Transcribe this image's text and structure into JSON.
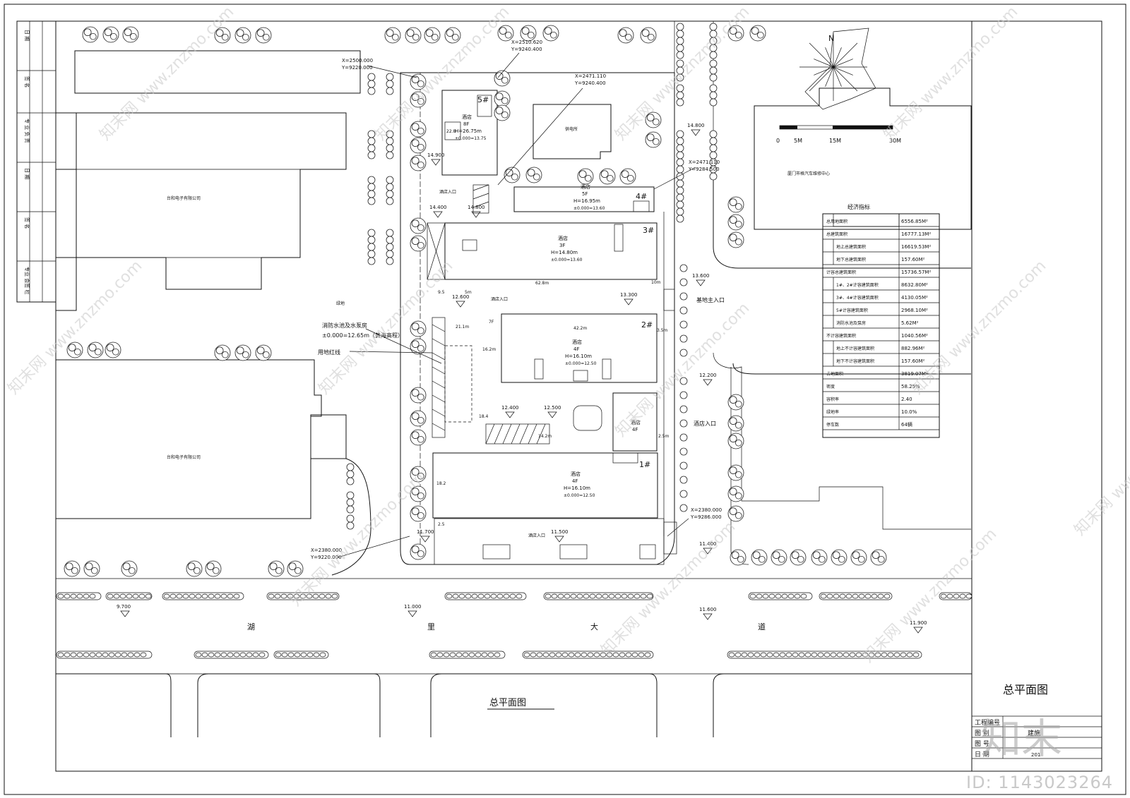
{
  "drawing": {
    "main_title": "总平面图",
    "plan_label": "总平面图",
    "road_chars": [
      "湖",
      "里",
      "大",
      "道"
    ]
  },
  "title_block": {
    "project_no_label": "工程编号",
    "category_label": "图 别",
    "category_value": "建施",
    "drawing_no_label": "图 号",
    "date_label": "日 期",
    "date_value": "201"
  },
  "north_arrow": {
    "label": "N"
  },
  "scale_bar": {
    "ticks": [
      "0",
      "5M",
      "15M",
      "30M"
    ]
  },
  "coordinates": [
    {
      "x": "X=2500.000",
      "y": "Y=9220.000"
    },
    {
      "x": "X=2510.620",
      "y": "Y=9240.400"
    },
    {
      "x": "X=2471.110",
      "y": "Y=9240.400"
    },
    {
      "x": "X=2471.110",
      "y": "Y=9284.500"
    },
    {
      "x": "X=2380.000",
      "y": "Y=9286.000"
    },
    {
      "x": "X=2380.000",
      "y": "Y=9220.000"
    }
  ],
  "elevations": [
    "14.900",
    "14.400",
    "14.800",
    "14.800",
    "13.600",
    "12.600",
    "13.300",
    "12.200",
    "12.400",
    "12.500",
    "11.700",
    "11.500",
    "11.400",
    "9.700",
    "11.000",
    "11.600",
    "11.900"
  ],
  "buildings": [
    {
      "tag": "5#",
      "use": "酒店",
      "floors": "8F",
      "height": "H=26.75m",
      "base": "±0.000=13.75"
    },
    {
      "tag": "4#",
      "use": "酒店",
      "floors": "5F",
      "height": "H=16.95m",
      "base": "±0.000=13.60"
    },
    {
      "tag": "3#",
      "use": "酒店",
      "floors": "3F",
      "height": "H=14.80m",
      "base": "±0.000=13.60"
    },
    {
      "tag": "2#",
      "use": "酒店",
      "floors": "4F",
      "height": "H=16.10m",
      "base": "±0.000=12.50"
    },
    {
      "tag": "",
      "use": "酒店",
      "floors": "4F",
      "height": "",
      "base": ""
    },
    {
      "tag": "1#",
      "use": "酒店",
      "floors": "4F",
      "height": "H=16.10m",
      "base": "±0.000=12.50"
    }
  ],
  "neighbors": {
    "company_a": "台和电子有限公司",
    "company_b": "台和电子有限公司",
    "substation": "供电所",
    "auto_center": "厦门市格汽车维修中心",
    "green": "绿地"
  },
  "annotations": {
    "pump_room": "消防水池及水泵房",
    "pump_level": "±0.000=12.65m（黄海高程）",
    "red_line": "用地红线",
    "main_entrance": "基地主入口",
    "hotel_entrance": "酒店入口",
    "hotel_entrance_2": "酒店入口",
    "hotel_entrance_3": "酒店入口",
    "hotel_entrance_4": "酒店入口",
    "dims": [
      "22.8",
      "9.5",
      "21.1m",
      "42.2m",
      "7F",
      "62.8m",
      "10m",
      "16.2m",
      "18.4",
      "14.2m",
      "18.2",
      "3.5m",
      "5m",
      "2.5m",
      "2.5"
    ]
  },
  "econ_table": {
    "title": "经济指标",
    "rows": [
      {
        "indent": 0,
        "label": "总用地面积",
        "value": "6556.85M²"
      },
      {
        "indent": 0,
        "label": "总建筑面积",
        "value": "16777.13M²"
      },
      {
        "indent": 1,
        "label": "地上总建筑面积",
        "value": "16619.53M²"
      },
      {
        "indent": 1,
        "label": "地下总建筑面积",
        "value": "157.60M²"
      },
      {
        "indent": 0,
        "label": "计容总建筑面积",
        "value": "15736.57M²"
      },
      {
        "indent": 1,
        "label": "1#、2#计容建筑面积",
        "value": "8632.80M²"
      },
      {
        "indent": 1,
        "label": "3#、4#计容建筑面积",
        "value": "4130.05M²"
      },
      {
        "indent": 1,
        "label": "5#计容建筑面积",
        "value": "2968.10M²"
      },
      {
        "indent": 1,
        "label": "消防水池及泵房",
        "value": "5.62M²"
      },
      {
        "indent": 0,
        "label": "不计容建筑面积",
        "value": "1040.56M²"
      },
      {
        "indent": 1,
        "label": "地上不计容建筑面积",
        "value": "882.96M²"
      },
      {
        "indent": 1,
        "label": "地下不计容建筑面积",
        "value": "157.60M²"
      },
      {
        "indent": 0,
        "label": "占地面积",
        "value": "3819.07M²"
      },
      {
        "indent": 0,
        "label": "密度",
        "value": "58.25%"
      },
      {
        "indent": 0,
        "label": "容积率",
        "value": "2.40"
      },
      {
        "indent": 0,
        "label": "绿地率",
        "value": "10.0%"
      },
      {
        "indent": 0,
        "label": "停车数",
        "value": "64辆"
      }
    ]
  },
  "side_strip": [
    "日 期",
    "签 名",
    "专 业 负 责",
    "日 期",
    "签 名",
    "专业 会签 栏"
  ],
  "watermark": {
    "text": "知末网 www.znzmo.com",
    "logo": "知末",
    "id": "ID: 1143023264"
  }
}
